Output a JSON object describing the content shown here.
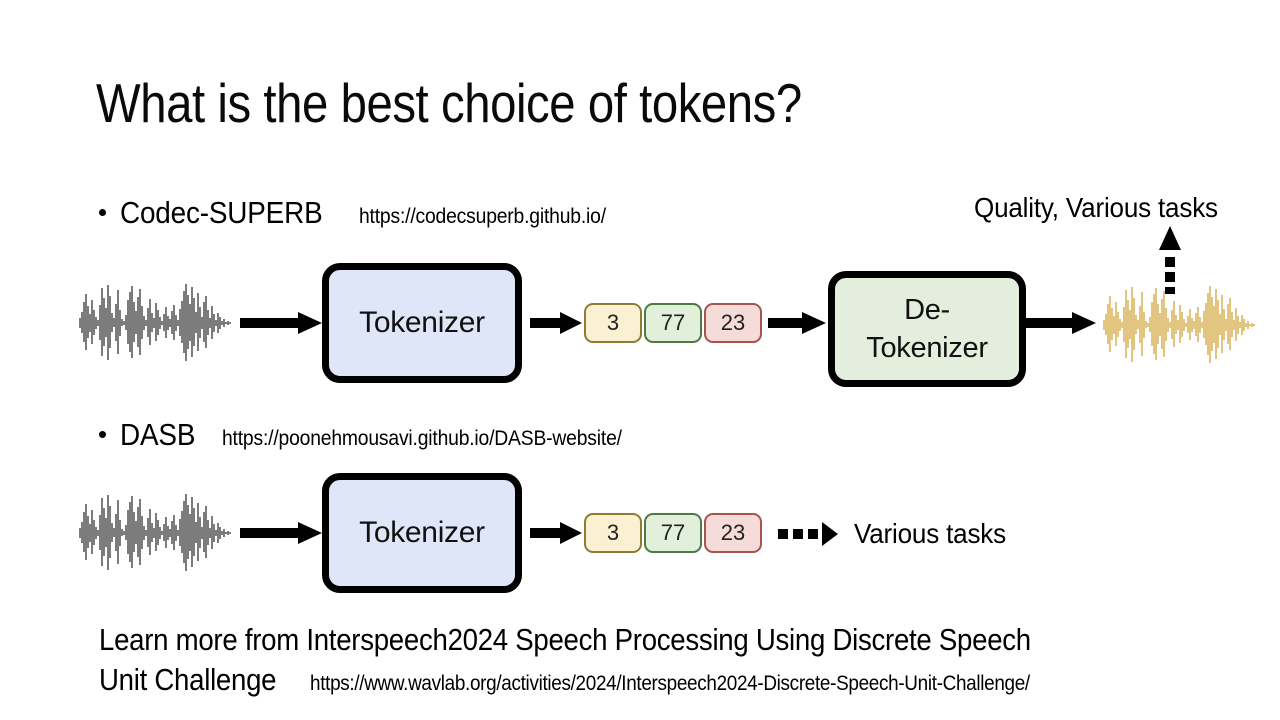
{
  "slide": {
    "title": "What is the best choice of tokens?",
    "background_color": "#ffffff"
  },
  "bullets": [
    {
      "label": "Codec-SUPERB",
      "url": "https://codecsuperb.github.io/",
      "bullet_glyph": "round-bullet"
    },
    {
      "label": "DASB",
      "url": "https://poonehmousavi.github.io/DASB-website/",
      "bullet_glyph": "round-bullet"
    }
  ],
  "pipelines": [
    {
      "name": "codec-superb-pipeline",
      "input_waveform": {
        "icon": "audio-waveform-icon",
        "color": "#111111"
      },
      "tokenizer_box": {
        "label": "Tokenizer",
        "fill": "#dfe6f7",
        "border": "#000000"
      },
      "tokens": [
        {
          "value": "3",
          "fill": "#fbf0d2",
          "border": "#8d7b36"
        },
        {
          "value": "77",
          "fill": "#e2efda",
          "border": "#4f7a43"
        },
        {
          "value": "23",
          "fill": "#f5dcd9",
          "border": "#a6544f"
        }
      ],
      "detokenizer_box": {
        "label": "De-\nTokenizer",
        "line1": "De-",
        "line2": "Tokenizer",
        "fill": "#e4eedc",
        "border": "#000000"
      },
      "output_waveform": {
        "icon": "audio-waveform-icon",
        "color": "#c8951a"
      },
      "output_label": "Quality, Various tasks",
      "arrows": [
        "solid-right",
        "solid-right",
        "solid-right",
        "solid-right",
        "dotted-up"
      ]
    },
    {
      "name": "dasb-pipeline",
      "input_waveform": {
        "icon": "audio-waveform-icon",
        "color": "#111111"
      },
      "tokenizer_box": {
        "label": "Tokenizer",
        "fill": "#dfe6f7",
        "border": "#000000"
      },
      "tokens": [
        {
          "value": "3",
          "fill": "#fbf0d2",
          "border": "#8d7b36"
        },
        {
          "value": "77",
          "fill": "#e2efda",
          "border": "#4f7a43"
        },
        {
          "value": "23",
          "fill": "#f5dcd9",
          "border": "#a6544f"
        }
      ],
      "output_label": "Various tasks",
      "arrows": [
        "solid-right",
        "solid-right",
        "dotted-right"
      ]
    }
  ],
  "footer": {
    "line1": "Learn more from Interspeech2024 Speech Processing Using Discrete Speech",
    "line2": "Unit Challenge",
    "url": "https://www.wavlab.org/activities/2024/Interspeech2024-Discrete-Speech-Unit-Challenge/"
  }
}
